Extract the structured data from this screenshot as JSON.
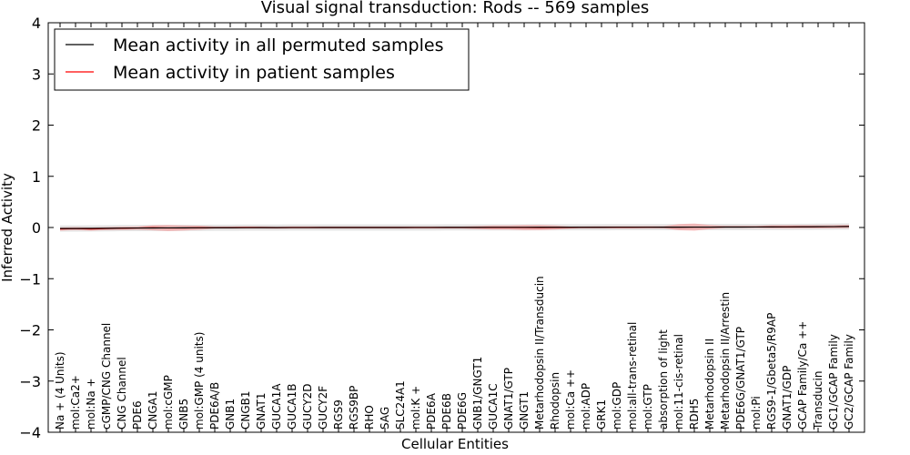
{
  "chart_data": {
    "type": "line",
    "title": "Visual signal transduction: Rods -- 569 samples",
    "xlabel": "Cellular Entities",
    "ylabel": "Inferred Activity",
    "ylim": [
      -4,
      4
    ],
    "yticks": [
      4,
      3,
      2,
      1,
      0,
      -1,
      -2,
      -3,
      -4
    ],
    "ytick_labels": [
      "4",
      "3",
      "2",
      "1",
      "0",
      "−1",
      "−2",
      "−3",
      "−4"
    ],
    "grid": false,
    "legend_position": "top-left",
    "categories": [
      "Na + (4 Units)",
      "mol:Ca2+",
      "mol:Na +",
      "cGMP/CNG Channel",
      "CNG Channel",
      "PDE6",
      "CNGA1",
      "mol:cGMP",
      "GNB5",
      "mol:GMP (4 units)",
      "PDE6A/B",
      "GNB1",
      "CNGB1",
      "GNAT1",
      "GUCA1A",
      "GUCA1B",
      "GUCY2D",
      "GUCY2F",
      "RGS9",
      "RGS9BP",
      "RHO",
      "SAG",
      "SLC24A1",
      "mol:K +",
      "PDE6A",
      "PDE6B",
      "PDE6G",
      "GNB1/GNGT1",
      "GUCA1C",
      "GNAT1/GTP",
      "GNGT1",
      "Metarhodopsin II/Transducin",
      "Rhodopsin",
      "mol:Ca ++",
      "mol:ADP",
      "GRK1",
      "mol:GDP",
      "mol:all-trans-retinal",
      "mol:GTP",
      "absorption of light",
      "mol:11-cis-retinal",
      "RDH5",
      "Metarhodopsin II",
      "Metarhodopsin II/Arrestin",
      "PDE6G/GNAT1/GTP",
      "mol:Pi",
      "RGS9-1/Gbeta5/R9AP",
      "GNAT1/GDP",
      "GCAP Family/Ca ++",
      "Transducin",
      "GC1/GCAP Family",
      "GC2/GCAP Family"
    ],
    "series": [
      {
        "name": "Mean activity in all permuted samples",
        "color": "#000000",
        "values": [
          -0.02,
          -0.02,
          -0.018,
          -0.015,
          -0.012,
          -0.01,
          -0.009,
          -0.008,
          -0.007,
          -0.006,
          -0.005,
          -0.004,
          -0.003,
          -0.002,
          -0.002,
          -0.001,
          -0.001,
          0.0,
          0.0,
          0.0,
          0.0,
          0.0,
          0.0,
          0.001,
          0.001,
          0.002,
          0.002,
          0.002,
          0.003,
          0.003,
          0.003,
          0.004,
          0.004,
          0.004,
          0.005,
          0.005,
          0.006,
          0.006,
          0.006,
          0.007,
          0.007,
          0.008,
          0.008,
          0.009,
          0.009,
          0.01,
          0.011,
          0.012,
          0.013,
          0.015,
          0.017,
          0.02
        ],
        "spread": 0.06
      },
      {
        "name": "Mean activity in patient samples",
        "color": "#ff0000",
        "values": [
          -0.03,
          -0.02,
          -0.03,
          -0.02,
          -0.015,
          -0.01,
          -0.005,
          -0.01,
          -0.01,
          -0.005,
          -0.003,
          -0.002,
          0.0,
          0.0,
          -0.002,
          0.0,
          0.0,
          0.0,
          0.0,
          0.0,
          0.0,
          0.0,
          0.0,
          0.0,
          0.0,
          0.0,
          0.0,
          0.0,
          0.0,
          0.0,
          0.0,
          -0.002,
          0.0,
          0.0,
          0.003,
          0.004,
          0.005,
          0.005,
          0.006,
          0.006,
          0.007,
          0.008,
          0.008,
          0.01,
          0.01,
          0.01,
          0.012,
          0.012,
          0.014,
          0.015,
          0.017,
          0.02
        ],
        "spread": [
          0.03,
          0.03,
          0.03,
          0.03,
          0.03,
          0.03,
          0.05,
          0.06,
          0.05,
          0.04,
          0.02,
          0.02,
          0.02,
          0.02,
          0.02,
          0.02,
          0.02,
          0.02,
          0.02,
          0.02,
          0.02,
          0.02,
          0.02,
          0.02,
          0.02,
          0.02,
          0.02,
          0.03,
          0.04,
          0.04,
          0.05,
          0.05,
          0.04,
          0.02,
          0.02,
          0.02,
          0.02,
          0.02,
          0.02,
          0.02,
          0.06,
          0.07,
          0.04,
          0.02,
          0.02,
          0.02,
          0.03,
          0.03,
          0.03,
          0.03,
          0.03,
          0.03
        ]
      }
    ]
  }
}
